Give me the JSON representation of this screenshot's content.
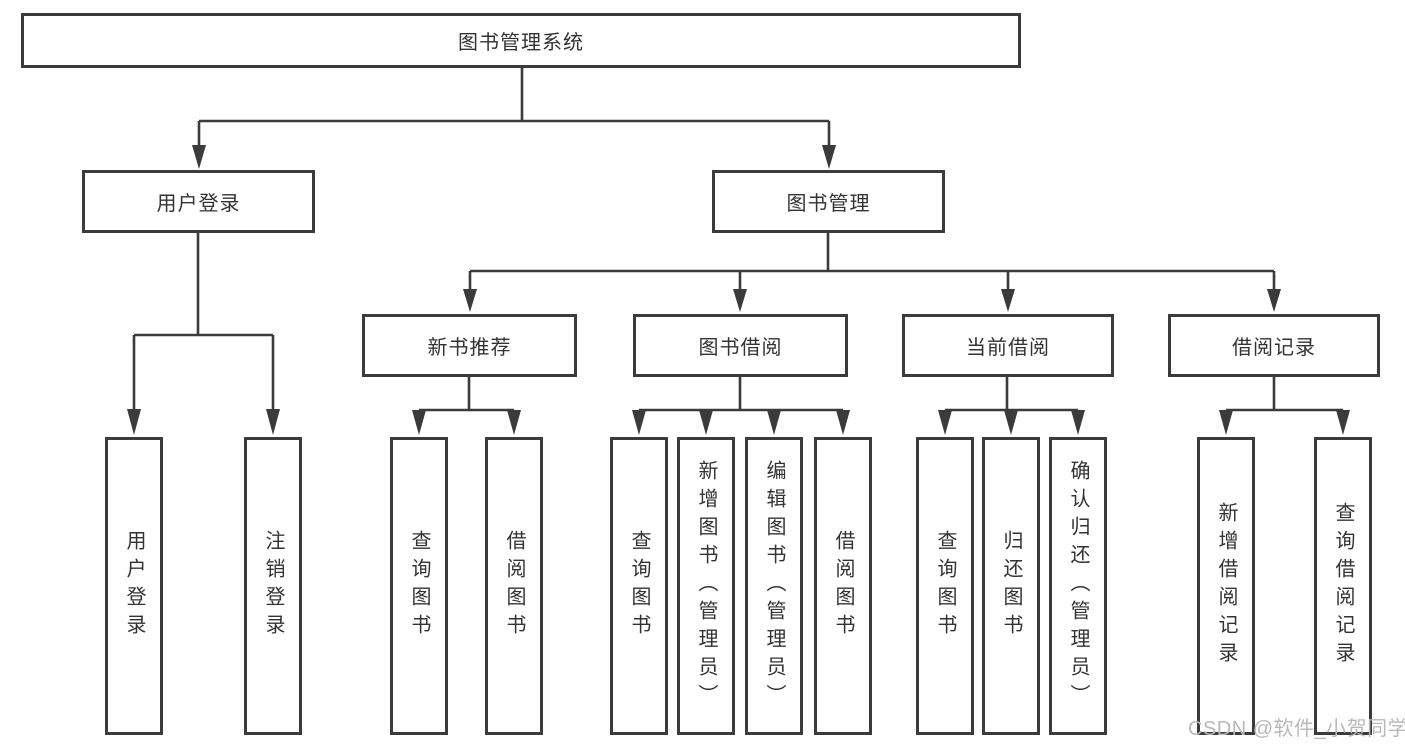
{
  "root": {
    "label": "图书管理系统"
  },
  "level2": [
    {
      "label": "用户登录"
    },
    {
      "label": "图书管理"
    }
  ],
  "level3": [
    {
      "label": "新书推荐"
    },
    {
      "label": "图书借阅"
    },
    {
      "label": "当前借阅"
    },
    {
      "label": "借阅记录"
    }
  ],
  "leaves": [
    {
      "label": "用户登录"
    },
    {
      "label": "注销登录"
    },
    {
      "label": "查询图书"
    },
    {
      "label": "借阅图书"
    },
    {
      "label": "查询图书"
    },
    {
      "label": "新增图书（管理员）"
    },
    {
      "label": "编辑图书（管理员）"
    },
    {
      "label": "借阅图书"
    },
    {
      "label": "查询图书"
    },
    {
      "label": "归还图书"
    },
    {
      "label": "确认归还（管理员）"
    },
    {
      "label": "新增借阅记录"
    },
    {
      "label": "查询借阅记录"
    }
  ],
  "watermark": "CSDN @软件_小贺同学",
  "colors": {
    "line": "#3b3b3b",
    "text": "#333333",
    "watermark": "#b9b9b9"
  }
}
